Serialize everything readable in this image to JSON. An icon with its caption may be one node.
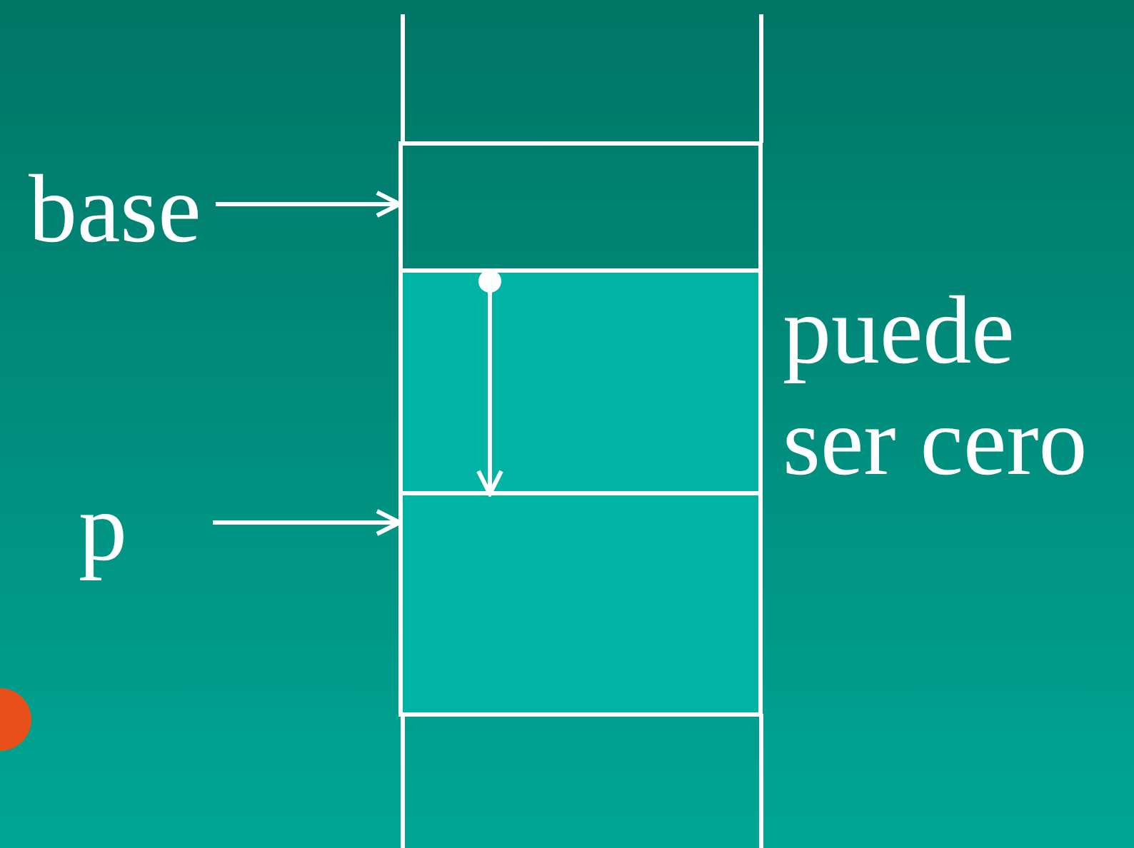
{
  "diagram": {
    "nodes": [
      {
        "text": [
          "base"
        ]
      },
      {
        "text": [],
        "shape": "box"
      },
      {
        "text": [],
        "shape": "box",
        "beside": [
          "puede ser cero"
        ]
      },
      {
        "text": [],
        "shape": "circle",
        "in": 2
      },
      {
        "text": [
          "p"
        ]
      },
      {
        "text": [],
        "shape": "box"
      }
    ],
    "edges": [
      {
        "from": 0,
        "to": 1,
        "arrow": "to"
      },
      {
        "from": 3,
        "to": 5,
        "arrow": "to"
      },
      {
        "from": 4,
        "to": 5,
        "arrow": "to"
      }
    ]
  }
}
